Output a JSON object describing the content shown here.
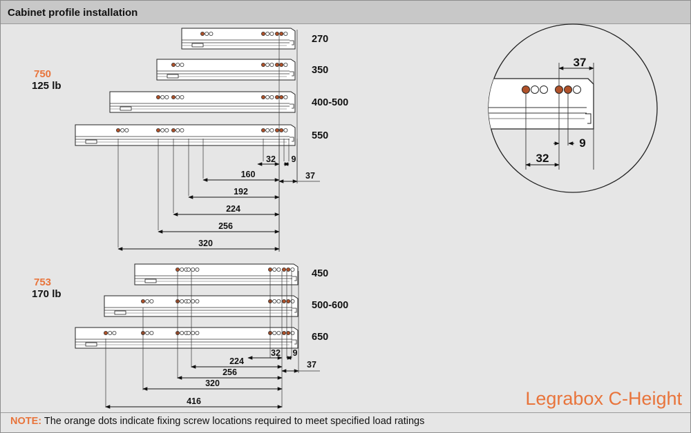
{
  "title": "Cabinet profile installation",
  "brand": "Legrabox C-Height",
  "note": {
    "label": "NOTE:",
    "text": " The orange dots indicate fixing screw locations required to meet specified load ratings"
  },
  "groups": [
    {
      "model": "750",
      "load": "125 lb",
      "profiles": [
        "270",
        "350",
        "400-500",
        "550"
      ],
      "dimensions": [
        "160",
        "192",
        "224",
        "256",
        "320"
      ],
      "small_dims": [
        "32",
        "9",
        "37"
      ]
    },
    {
      "model": "753",
      "load": "170 lb",
      "profiles": [
        "450",
        "500-600",
        "650"
      ],
      "dimensions": [
        "224",
        "256",
        "320",
        "416"
      ],
      "small_dims": [
        "32",
        "9",
        "37"
      ]
    }
  ],
  "detail": {
    "dims": [
      "37",
      "32",
      "9"
    ]
  },
  "colors": {
    "accent": "#e8743b",
    "screw": "#b0522a"
  }
}
